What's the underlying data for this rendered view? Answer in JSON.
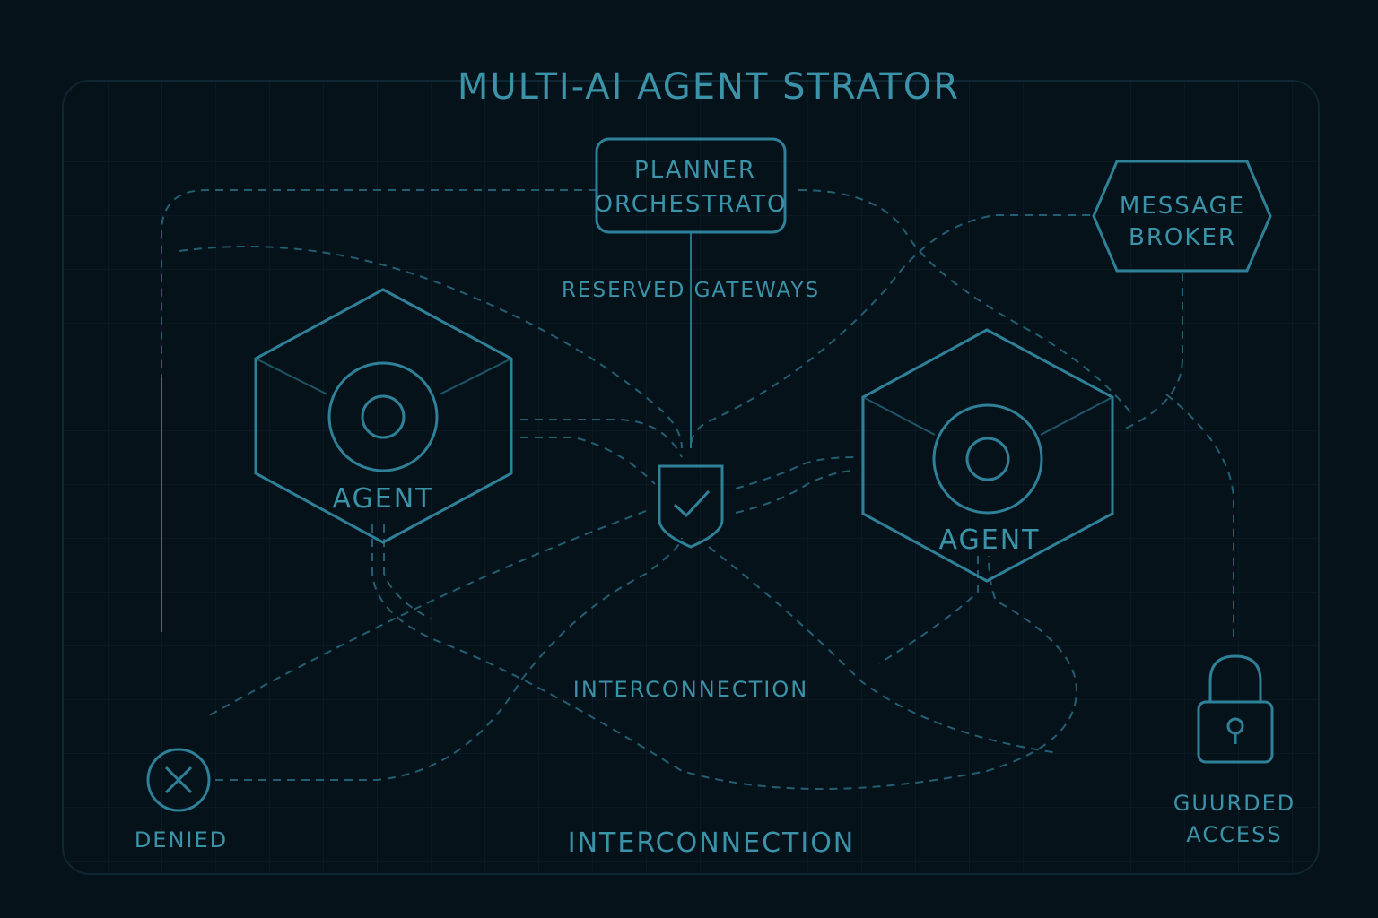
{
  "title": "MULTI-AI AGENT STRATOR",
  "planner": {
    "line1": "PLANNER",
    "line2": "ORCHESTRATO"
  },
  "broker": {
    "line1": "MESSAGE",
    "line2": "BROKER"
  },
  "gateway_label": "RESERVED GATEWAYS",
  "agent_left": "AGENT",
  "agent_right": "AGENT",
  "interconnection_mid": "INTERCONNECTION",
  "interconnection_bottom": "INTERCONNECTION",
  "denied": "DENIED",
  "guarded": {
    "line1": "GUURDED",
    "line2": "ACCESS"
  },
  "colors": {
    "background": "#06121a",
    "accent": "#2e8198",
    "text": "#3a93a8"
  }
}
